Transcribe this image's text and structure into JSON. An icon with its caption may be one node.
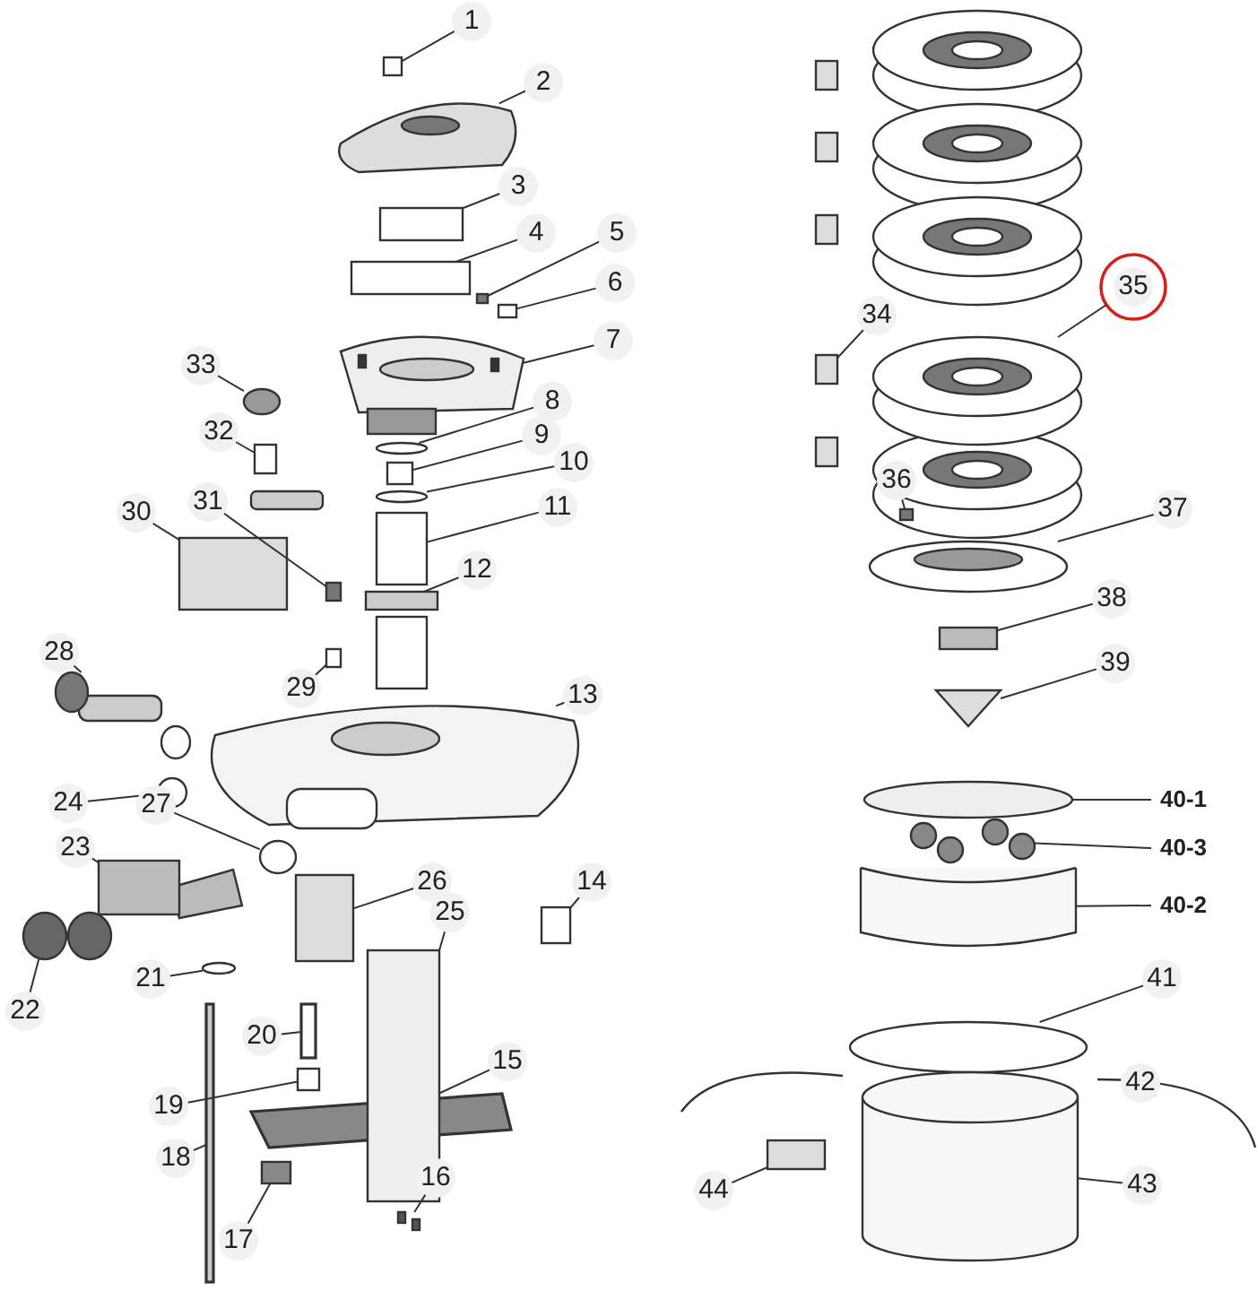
{
  "diagram": {
    "nodes": [
      {
        "text": [
          "1"
        ]
      },
      {
        "text": [
          "2"
        ]
      },
      {
        "text": [
          "3"
        ]
      },
      {
        "text": [
          "4"
        ]
      },
      {
        "text": [
          "5"
        ]
      },
      {
        "text": [
          "6"
        ]
      },
      {
        "text": [
          "7"
        ]
      },
      {
        "text": [
          "8"
        ]
      },
      {
        "text": [
          "9"
        ]
      },
      {
        "text": [
          "10"
        ]
      },
      {
        "text": [
          "11"
        ]
      },
      {
        "text": [
          "12"
        ]
      },
      {
        "text": [
          "13"
        ]
      },
      {
        "text": [
          "14"
        ]
      },
      {
        "text": [
          "15"
        ]
      },
      {
        "text": [
          "16"
        ]
      },
      {
        "text": [
          "17"
        ]
      },
      {
        "text": [
          "18"
        ]
      },
      {
        "text": [
          "19"
        ]
      },
      {
        "text": [
          "20"
        ]
      },
      {
        "text": [
          "21"
        ]
      },
      {
        "text": [
          "22"
        ]
      },
      {
        "text": [
          "23"
        ]
      },
      {
        "text": [
          "24"
        ]
      },
      {
        "text": [
          "25"
        ]
      },
      {
        "text": [
          "26"
        ]
      },
      {
        "text": [
          "27"
        ]
      },
      {
        "text": [
          "28"
        ]
      },
      {
        "text": [
          "29"
        ]
      },
      {
        "text": [
          "30"
        ]
      },
      {
        "text": [
          "31"
        ]
      },
      {
        "text": [
          "32"
        ]
      },
      {
        "text": [
          "33"
        ]
      },
      {
        "text": [
          "34"
        ]
      },
      {
        "text": [
          "35"
        ]
      },
      {
        "text": [
          "36"
        ]
      },
      {
        "text": [
          "37"
        ]
      },
      {
        "text": [
          "38"
        ]
      },
      {
        "text": [
          "39"
        ]
      },
      {
        "text": [
          "40-1"
        ]
      },
      {
        "text": [
          "40-3"
        ]
      },
      {
        "text": [
          "40-2"
        ]
      },
      {
        "text": [
          "41"
        ]
      },
      {
        "text": [
          "42"
        ]
      },
      {
        "text": [
          "43"
        ]
      },
      {
        "text": [
          "44"
        ]
      },
      {
        "text": [],
        "shape": "box"
      },
      {
        "text": [],
        "shape": "picture"
      },
      {
        "text": [],
        "shape": "box"
      },
      {
        "text": [],
        "shape": "box"
      },
      {
        "text": [],
        "shape": "box"
      },
      {
        "text": [],
        "shape": "box"
      },
      {
        "text": [],
        "shape": "picture"
      },
      {
        "text": [],
        "shape": "circle"
      },
      {
        "text": [],
        "shape": "box"
      },
      {
        "text": [],
        "shape": "circle"
      },
      {
        "text": [],
        "shape": "box"
      },
      {
        "text": [],
        "shape": "box"
      },
      {
        "text": [],
        "shape": "picture"
      },
      {
        "text": [],
        "shape": "box"
      },
      {
        "text": [],
        "shape": "bar"
      },
      {
        "text": [],
        "shape": "picture"
      },
      {
        "text": [],
        "shape": "box"
      },
      {
        "text": [],
        "shape": "bar"
      },
      {
        "text": [],
        "shape": "box"
      },
      {
        "text": [],
        "shape": "bar"
      },
      {
        "text": [],
        "shape": "circle"
      },
      {
        "text": [],
        "shape": "circle"
      },
      {
        "text": [],
        "shape": "box"
      },
      {
        "text": [],
        "shape": "circle"
      },
      {
        "text": [],
        "shape": "box"
      },
      {
        "text": [],
        "shape": "box"
      },
      {
        "text": [],
        "shape": "circle"
      },
      {
        "text": [],
        "shape": "picture"
      },
      {
        "text": [],
        "shape": "box"
      },
      {
        "text": [],
        "shape": "box"
      },
      {
        "text": [],
        "shape": "box"
      },
      {
        "text": [],
        "shape": "box"
      },
      {
        "text": [],
        "shape": "circle"
      },
      {
        "text": [],
        "shape": "box"
      },
      {
        "text": [],
        "shape": "picture"
      },
      {
        "text": [],
        "shape": "box"
      },
      {
        "text": [],
        "shape": "picture"
      },
      {
        "text": [],
        "shape": "box"
      },
      {
        "text": [],
        "shape": "triangle"
      },
      {
        "text": [],
        "shape": "circle"
      },
      {
        "text": [],
        "shape": "picture"
      },
      {
        "text": [],
        "shape": "picture"
      },
      {
        "text": [],
        "shape": "circle"
      },
      {
        "text": [],
        "shape": "arc"
      },
      {
        "text": [],
        "shape": "cylinder"
      },
      {
        "text": [],
        "shape": "box"
      }
    ],
    "edges": [
      {
        "from": 0,
        "to": 46,
        "arrow": "none"
      },
      {
        "from": 1,
        "to": 47,
        "arrow": "none"
      },
      {
        "from": 2,
        "to": 48,
        "arrow": "none"
      },
      {
        "from": 3,
        "to": 49,
        "arrow": "none"
      },
      {
        "from": 4,
        "to": 50,
        "arrow": "none"
      },
      {
        "from": 5,
        "to": 51,
        "arrow": "none"
      },
      {
        "from": 6,
        "to": 52,
        "arrow": "none"
      },
      {
        "from": 7,
        "to": 53,
        "arrow": "none"
      },
      {
        "from": 8,
        "to": 54,
        "arrow": "none"
      },
      {
        "from": 9,
        "to": 55,
        "arrow": "none"
      },
      {
        "from": 10,
        "to": 56,
        "arrow": "none"
      },
      {
        "from": 11,
        "to": 57,
        "arrow": "none"
      },
      {
        "from": 12,
        "to": 58,
        "arrow": "none"
      },
      {
        "from": 13,
        "to": 59,
        "arrow": "none"
      },
      {
        "from": 14,
        "to": 60,
        "arrow": "none"
      },
      {
        "from": 15,
        "to": 61,
        "arrow": "none"
      },
      {
        "from": 16,
        "to": 62,
        "arrow": "none"
      },
      {
        "from": 17,
        "to": 63,
        "arrow": "none"
      },
      {
        "from": 18,
        "to": 64,
        "arrow": "none"
      },
      {
        "from": 19,
        "to": 65,
        "arrow": "none"
      },
      {
        "from": 20,
        "to": 66,
        "arrow": "none"
      },
      {
        "from": 21,
        "to": 67,
        "arrow": "none"
      },
      {
        "from": 22,
        "to": 68,
        "arrow": "none"
      },
      {
        "from": 23,
        "to": 69,
        "arrow": "none"
      },
      {
        "from": 24,
        "to": 70,
        "arrow": "none"
      },
      {
        "from": 25,
        "to": 71,
        "arrow": "none"
      },
      {
        "from": 26,
        "to": 72,
        "arrow": "none"
      },
      {
        "from": 27,
        "to": 73,
        "arrow": "none"
      },
      {
        "from": 28,
        "to": 74,
        "arrow": "none"
      },
      {
        "from": 29,
        "to": 75,
        "arrow": "none"
      },
      {
        "from": 30,
        "to": 76,
        "arrow": "none"
      },
      {
        "from": 31,
        "to": 77,
        "arrow": "none"
      },
      {
        "from": 32,
        "to": 78,
        "arrow": "none"
      },
      {
        "from": 33,
        "to": 79,
        "arrow": "none"
      },
      {
        "from": 34,
        "to": 80,
        "arrow": "none"
      },
      {
        "from": 35,
        "to": 81,
        "arrow": "none"
      },
      {
        "from": 36,
        "to": 82,
        "arrow": "none"
      },
      {
        "from": 37,
        "to": 83,
        "arrow": "none"
      },
      {
        "from": 38,
        "to": 84,
        "arrow": "none"
      },
      {
        "from": 39,
        "to": 85,
        "arrow": "none"
      },
      {
        "from": 40,
        "to": 86,
        "arrow": "none"
      },
      {
        "from": 41,
        "to": 87,
        "arrow": "none"
      },
      {
        "from": 42,
        "to": 88,
        "arrow": "none"
      },
      {
        "from": 43,
        "to": 89,
        "arrow": "none"
      },
      {
        "from": 44,
        "to": 90,
        "arrow": "none"
      },
      {
        "from": 45,
        "to": 91,
        "arrow": "none"
      }
    ]
  }
}
